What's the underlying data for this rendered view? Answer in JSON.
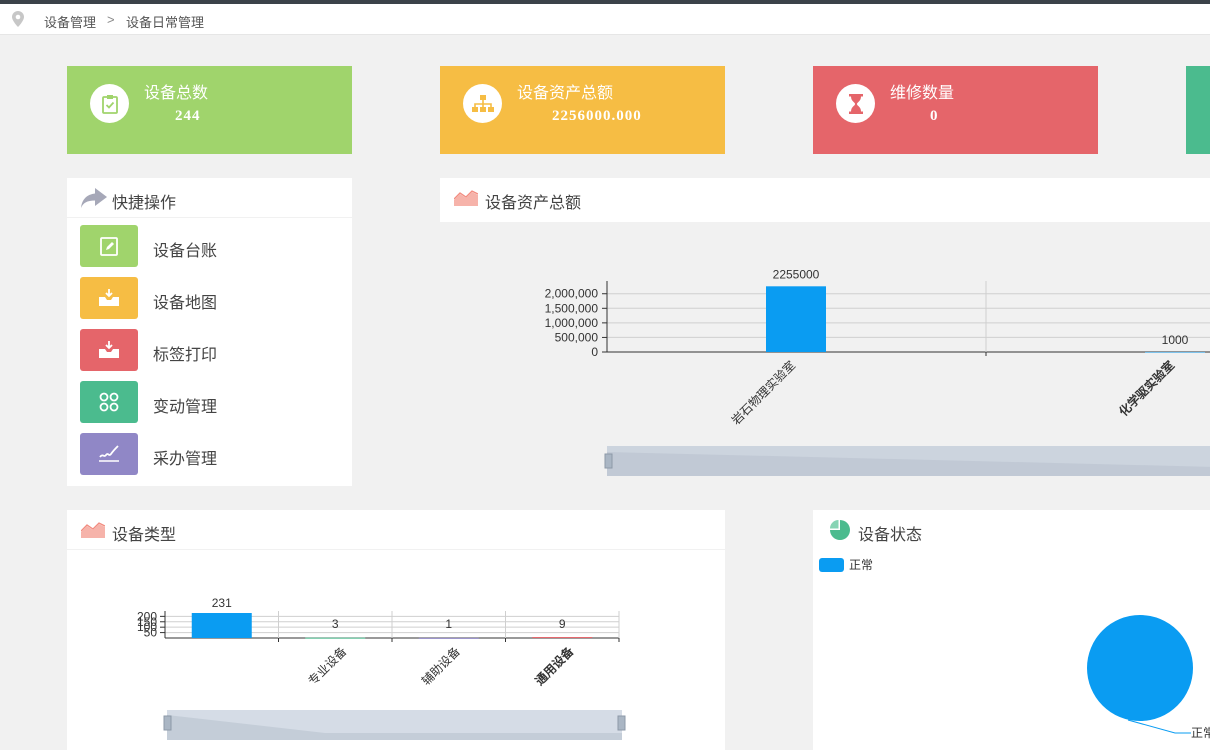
{
  "breadcrumb": {
    "item1": "设备管理",
    "sep": ">",
    "item2": "设备日常管理"
  },
  "stats": [
    {
      "label": "设备总数",
      "value": "244",
      "icon": "clipboard-check-icon",
      "color": "#a0d46c"
    },
    {
      "label": "设备资产总额",
      "value": "2256000.000",
      "icon": "sitemap-icon",
      "color": "#f6bd44"
    },
    {
      "label": "维修数量",
      "value": "0",
      "icon": "hourglass-icon",
      "color": "#e5656a"
    }
  ],
  "quick": {
    "title": "快捷操作",
    "items": [
      {
        "label": "设备台账",
        "icon": "edit-icon",
        "color": "#a0d46c"
      },
      {
        "label": "设备地图",
        "icon": "inbox-download-icon",
        "color": "#f6bd44"
      },
      {
        "label": "标签打印",
        "icon": "inbox-download-icon",
        "color": "#e5656a"
      },
      {
        "label": "变动管理",
        "icon": "command-icon",
        "color": "#4bbb8e"
      },
      {
        "label": "采办管理",
        "icon": "signature-icon",
        "color": "#9087c6"
      }
    ]
  },
  "asset_panel": {
    "title": "设备资产总额"
  },
  "type_panel": {
    "title": "设备类型"
  },
  "status_panel": {
    "title": "设备状态"
  },
  "chart_data": [
    {
      "type": "bar",
      "categories": [
        "岩石物理实验室",
        "化学驱实验室"
      ],
      "values": [
        2255000,
        1000
      ],
      "yticks": [
        "2,000,000",
        "1,500,000",
        "1,000,000",
        "500,000",
        "0"
      ],
      "ylim": [
        0,
        2300000
      ],
      "color": "#0a9cf2"
    },
    {
      "type": "bar",
      "categories": [
        "",
        "专业设备",
        "辅助设备",
        "通用设备"
      ],
      "values": [
        231,
        3,
        1,
        9
      ],
      "yticks": [
        "200",
        "150",
        "100",
        "50"
      ],
      "ylim": [
        0,
        231
      ],
      "colors": [
        "#0a9cf2",
        "#4bbb8e",
        "#9087c6",
        "#e5656a"
      ]
    },
    {
      "type": "pie",
      "legend": "正常",
      "slices": [
        {
          "label": "正常",
          "value": 244
        }
      ],
      "color": "#0a9cf2"
    }
  ]
}
